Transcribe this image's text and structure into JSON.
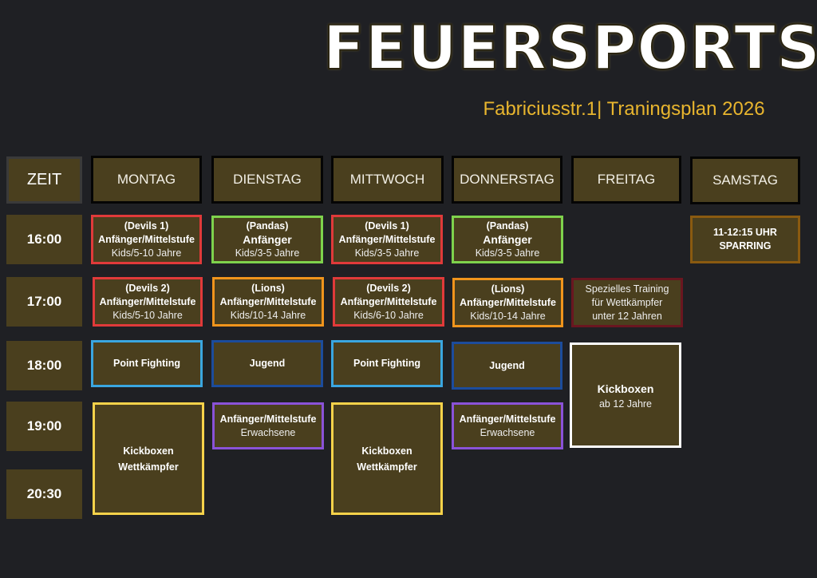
{
  "title": "FEUERSPORTS",
  "subtitle": "Fabriciusstr.1| Traningsplan 2026",
  "headers": {
    "zeit": "ZEIT",
    "days": [
      "MONTAG",
      "DIENSTAG",
      "MITTWOCH",
      "DONNERSTAG",
      "FREITAG",
      "SAMSTAG"
    ]
  },
  "times": [
    "16:00",
    "17:00",
    "18:00",
    "19:00",
    "20:30"
  ],
  "colors": {
    "background": "#1f2024",
    "cell": "#4a3f1e",
    "subtitle": "#e8b52e"
  },
  "sessions": {
    "mo16": [
      "(Devils 1)",
      "Anfänger/Mittelstufe",
      "Kids/5-10 Jahre"
    ],
    "di16": [
      "(Pandas)",
      "Anfänger",
      "Kids/3-5 Jahre"
    ],
    "mi16": [
      "(Devils 1)",
      "Anfänger/Mittelstufe",
      "Kids/3-5 Jahre"
    ],
    "do16": [
      "(Pandas)",
      "Anfänger",
      "Kids/3-5 Jahre"
    ],
    "sa": [
      "11-12:15 UHR",
      "SPARRING"
    ],
    "mo17": [
      "(Devils 2)",
      "Anfänger/Mittelstufe",
      "Kids/5-10 Jahre"
    ],
    "di17": [
      "(Lions)",
      "Anfänger/Mittelstufe",
      "Kids/10-14 Jahre"
    ],
    "mi17": [
      "(Devils 2)",
      "Anfänger/Mittelstufe",
      "Kids/6-10 Jahre"
    ],
    "do17": [
      "(Lions)",
      "Anfänger/Mittelstufe",
      "Kids/10-14 Jahre"
    ],
    "fr17": [
      "Spezielles Training",
      "für Wettkämpfer",
      "unter 12 Jahren"
    ],
    "mo18": "Point Fighting",
    "di18": "Jugend",
    "mi18": "Point Fighting",
    "do18": "Jugend",
    "fr18": [
      "Kickboxen",
      "ab 12 Jahre"
    ],
    "mo19": [
      "Kickboxen",
      "Wettkämpfer"
    ],
    "di19": [
      "Anfänger/Mittelstufe",
      "Erwachsene"
    ],
    "mi19": [
      "Kickboxen",
      "Wettkämpfer"
    ],
    "do19": [
      "Anfänger/Mittelstufe",
      "Erwachsene"
    ]
  }
}
